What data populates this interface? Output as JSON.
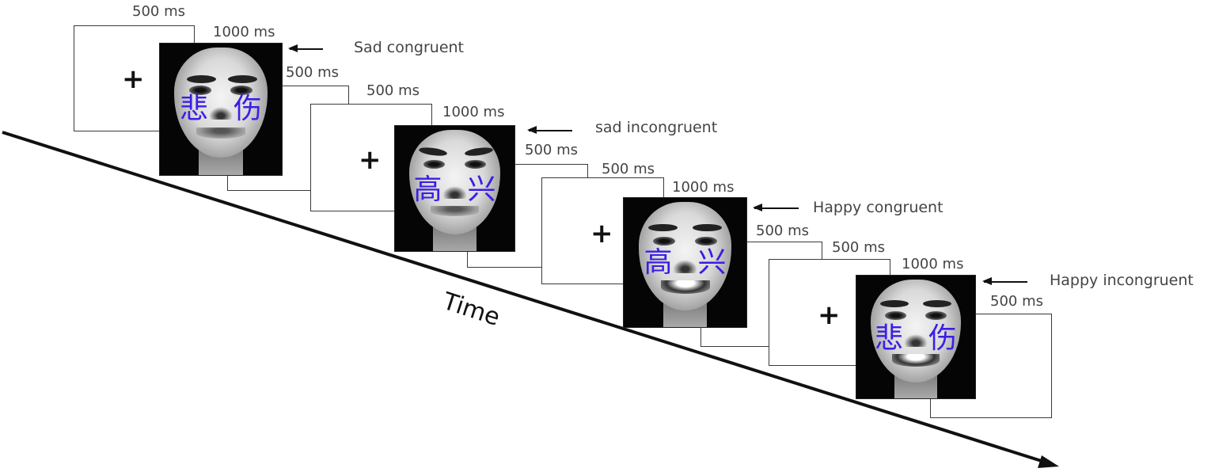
{
  "figure": {
    "type": "experimental-trial-timeline",
    "axis_label": "Time",
    "fixation_symbol": "+",
    "word_color": "#3a1ee6"
  },
  "trials": [
    {
      "condition": "Sad congruent",
      "fixation_duration": "500 ms",
      "face_duration": "1000 ms",
      "blank_duration": "500 ms",
      "face_expression": "sad",
      "word_chars": [
        "悲",
        "伤"
      ]
    },
    {
      "condition": "sad incongruent",
      "fixation_duration": "500 ms",
      "face_duration": "1000 ms",
      "blank_duration": "500 ms",
      "face_expression": "sad",
      "word_chars": [
        "高",
        "兴"
      ]
    },
    {
      "condition": "Happy congruent",
      "fixation_duration": "500 ms",
      "face_duration": "1000 ms",
      "blank_duration": "500 ms",
      "face_expression": "happy",
      "word_chars": [
        "高",
        "兴"
      ]
    },
    {
      "condition": "Happy incongruent",
      "fixation_duration": "500 ms",
      "face_duration": "1000 ms",
      "blank_duration": "500 ms",
      "face_expression": "happy",
      "word_chars": [
        "悲",
        "伤"
      ]
    }
  ]
}
